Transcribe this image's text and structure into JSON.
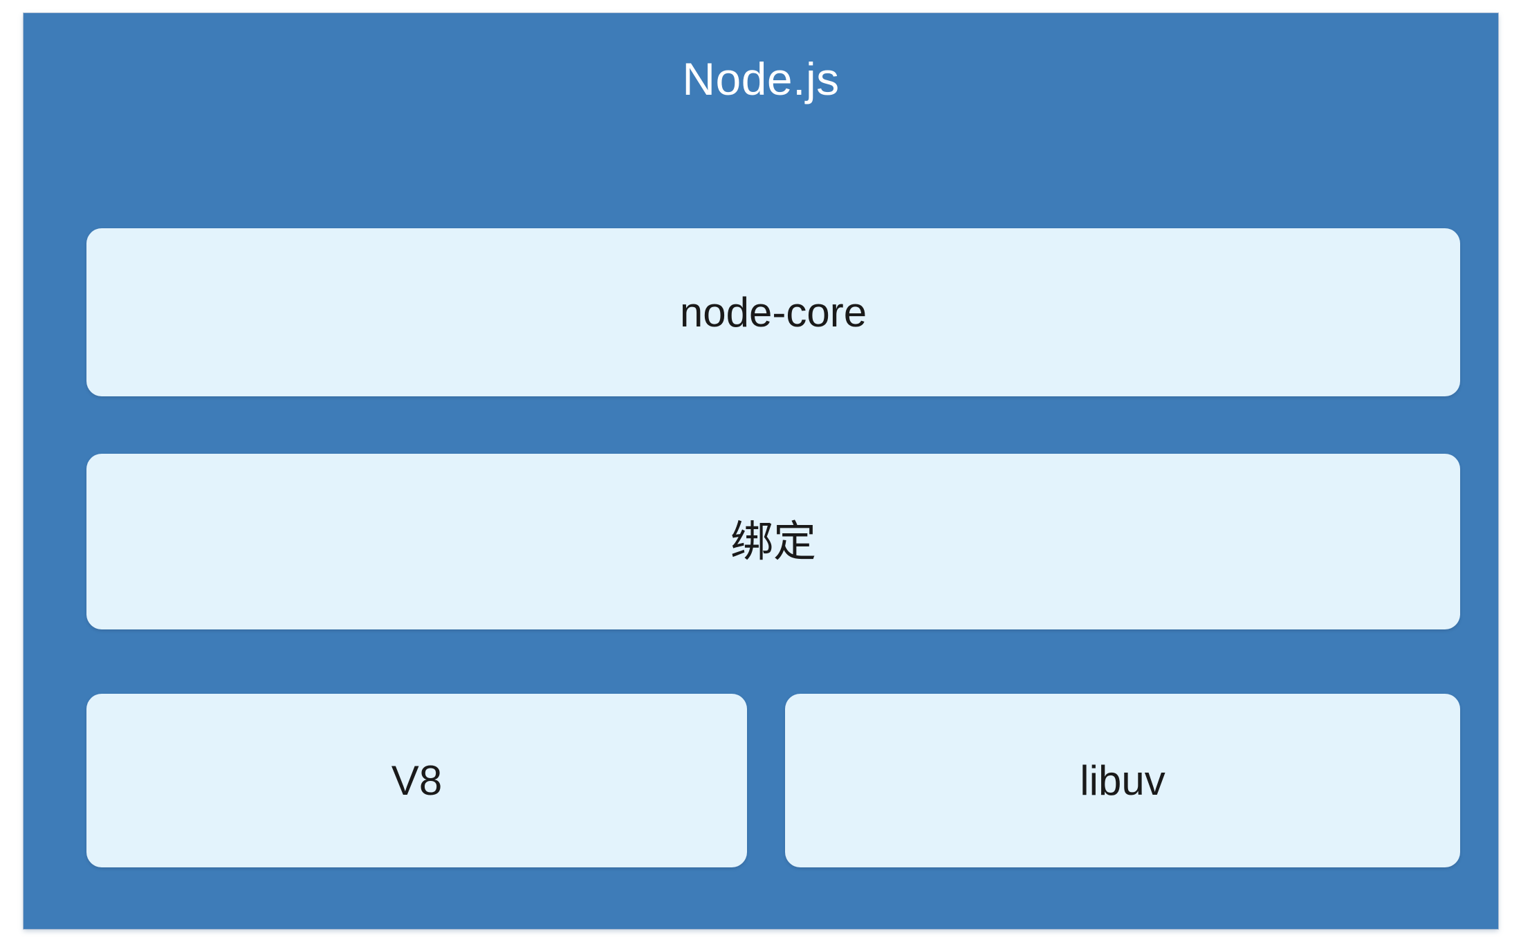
{
  "diagram": {
    "title": "Node.js",
    "title_color": "#ffffff",
    "panel_color": "#3e7cb8",
    "box_color": "#e3f3fc",
    "box_text_color": "#1a1a1a",
    "layers": [
      {
        "id": "node-core",
        "label": "node-core"
      },
      {
        "id": "bindings",
        "label": "绑定"
      },
      {
        "id": "v8",
        "label": "V8"
      },
      {
        "id": "libuv",
        "label": "libuv"
      }
    ]
  }
}
